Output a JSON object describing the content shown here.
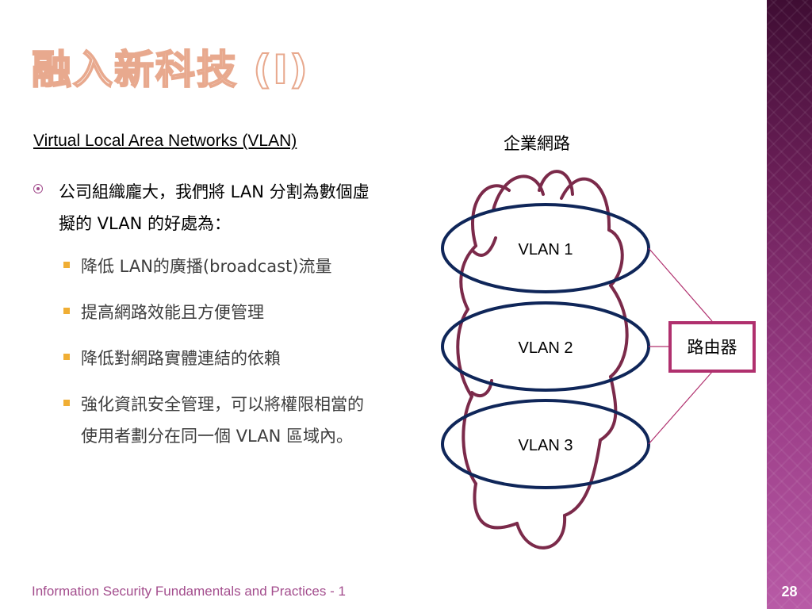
{
  "slide": {
    "title": "融入新科技 (I)",
    "subtitle": "Virtual Local Area Networks (VLAN)",
    "bullet_main": "公司組織龐大，我們將 LAN 分割為數個虛擬的 VLAN 的好處為：",
    "sub_bullets": [
      "降低 LAN的廣播(broadcast)流量",
      "提高網路效能且方便管理",
      "降低對網路實體連結的依賴",
      "強化資訊安全管理，可以將權限相當的使用者劃分在同一個 VLAN 區域內。"
    ],
    "footer": "Information Security Fundamentals and Practices - 1",
    "page_number": "28"
  },
  "diagram": {
    "cloud_label": "企業網路",
    "vlans": [
      "VLAN 1",
      "VLAN 2",
      "VLAN 3"
    ],
    "router_label": "路由器"
  },
  "colors": {
    "accent": "#a34d8d",
    "cloud": "#7b2a4a",
    "vlan_ellipse": "#0f2659",
    "router_border": "#b0306e",
    "bullet_square": "#f0ae34"
  }
}
